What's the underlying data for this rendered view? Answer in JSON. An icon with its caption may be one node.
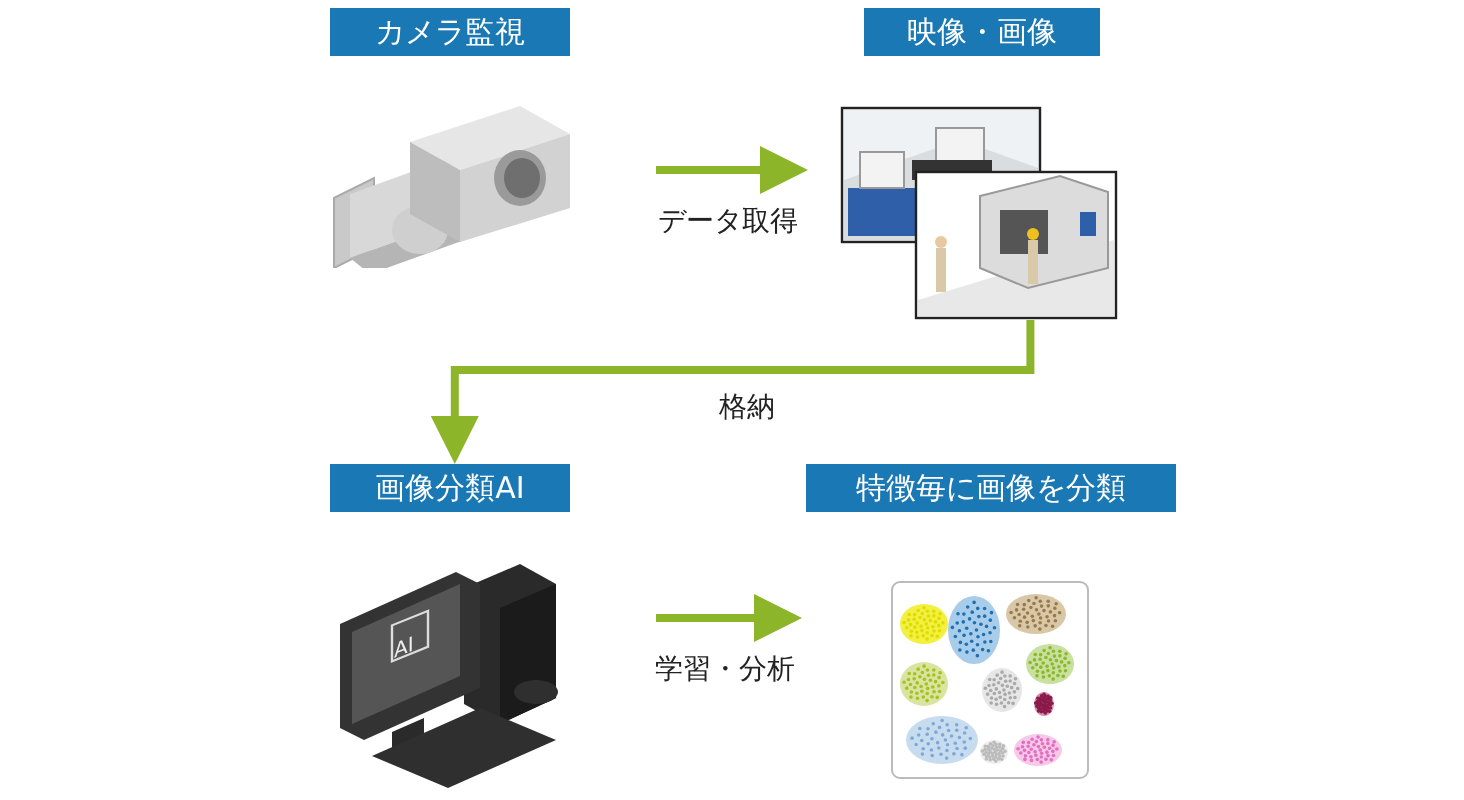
{
  "diagram": {
    "nodes": [
      {
        "text": [
          "カメラ監視"
        ]
      },
      {
        "text": [
          "映像・画像"
        ]
      },
      {
        "text": [
          "画像分類AI"
        ]
      },
      {
        "text": [
          "特徴毎に画像を分類"
        ]
      }
    ],
    "edges": [
      {
        "from": 0,
        "to": 1,
        "arrow": "to",
        "label": "データ取得"
      },
      {
        "from": 1,
        "to": 2,
        "arrow": "to",
        "label": "格納"
      },
      {
        "from": 2,
        "to": 3,
        "arrow": "to",
        "label": "学習・分析"
      }
    ],
    "labels": [
      "AI"
    ]
  }
}
